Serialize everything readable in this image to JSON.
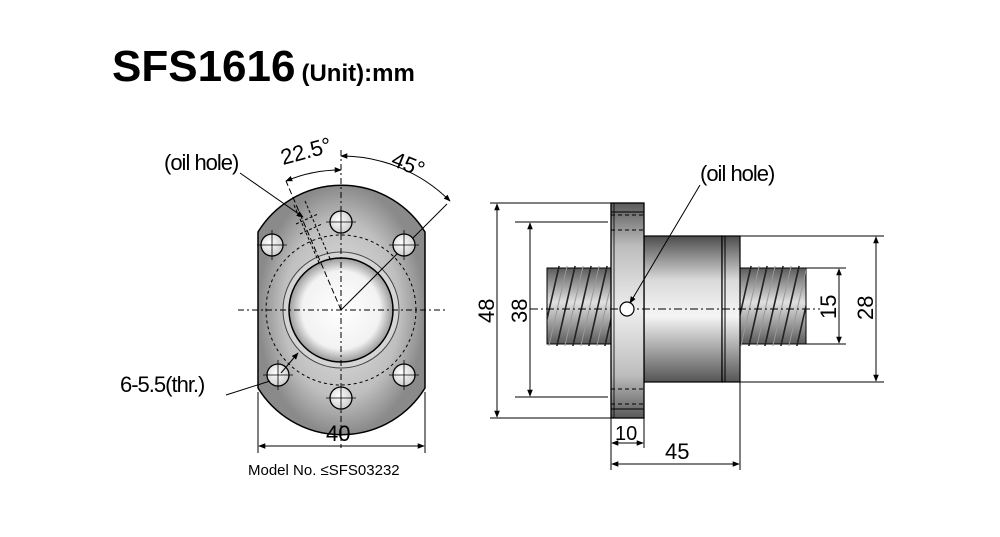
{
  "header": {
    "model": "SFS1616",
    "unit": "(Unit):mm"
  },
  "front_view": {
    "angle_small": "22.5°",
    "angle_large": "45°",
    "oil_hole": "(oil hole)",
    "holes": "6-5.5(thr.)",
    "width": "40",
    "model_no": "Model No. ≤SFS03232"
  },
  "side_view": {
    "oil_hole": "(oil hole)",
    "flange_dia": "48",
    "pcd": "38",
    "flange_thickness": "10",
    "nut_length": "45",
    "screw_dia": "15",
    "body_dia": "28"
  },
  "colors": {
    "line": "#000000",
    "shade_dark": "#6f6f6f",
    "shade_light": "#d6d6d6"
  }
}
